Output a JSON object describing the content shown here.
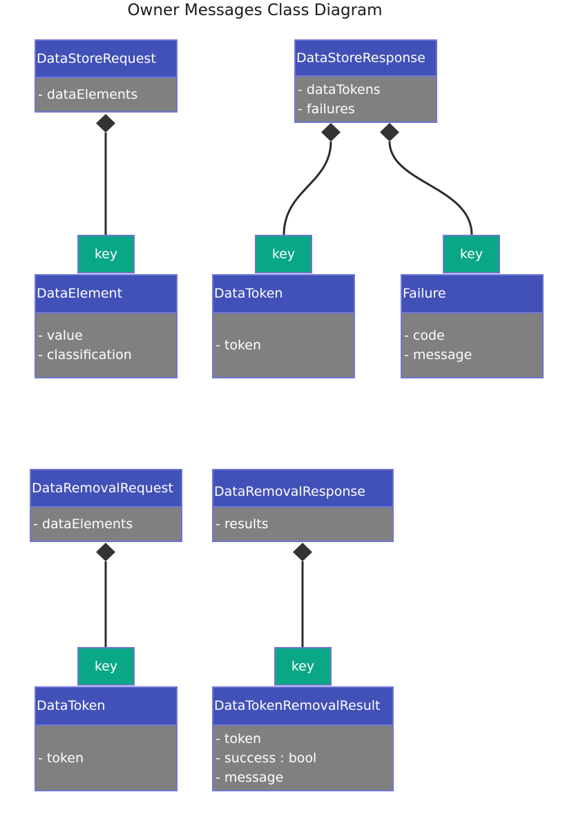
{
  "diagram": {
    "title": "Owner Messages Class Diagram",
    "classes": {
      "data_store_request": {
        "name": "DataStoreRequest",
        "attributes": [
          "- dataElements"
        ]
      },
      "data_store_response": {
        "name": "DataStoreResponse",
        "attributes": [
          "- dataTokens",
          "- failures"
        ]
      },
      "data_element": {
        "name": "DataElement",
        "attributes": [
          "- value",
          "- classification"
        ]
      },
      "data_token_1": {
        "name": "DataToken",
        "attributes": [
          "- token"
        ]
      },
      "failure": {
        "name": "Failure",
        "attributes": [
          "- code",
          "- message"
        ]
      },
      "data_removal_request": {
        "name": "DataRemovalRequest",
        "attributes": [
          "- dataElements"
        ]
      },
      "data_removal_response": {
        "name": "DataRemovalResponse",
        "attributes": [
          "- results"
        ]
      },
      "data_token_2": {
        "name": "DataToken",
        "attributes": [
          "- token"
        ]
      },
      "data_token_removal_result": {
        "name": "DataTokenRemovalResult",
        "attributes": [
          "- token",
          "- success : bool",
          "- message"
        ]
      }
    },
    "key_label": "key",
    "relations": [
      {
        "from": "DataStoreRequest",
        "to": "DataElement",
        "type": "composition"
      },
      {
        "from": "DataStoreResponse",
        "to": "DataToken",
        "type": "composition"
      },
      {
        "from": "DataStoreResponse",
        "to": "Failure",
        "type": "composition"
      },
      {
        "from": "DataRemovalRequest",
        "to": "DataToken",
        "type": "composition"
      },
      {
        "from": "DataRemovalResponse",
        "to": "DataTokenRemovalResult",
        "type": "composition"
      }
    ],
    "colors": {
      "header": "#4251b8",
      "body": "#808080",
      "border": "#6f76d4",
      "key": "#0aa786",
      "edge": "#2b2b2b"
    }
  }
}
